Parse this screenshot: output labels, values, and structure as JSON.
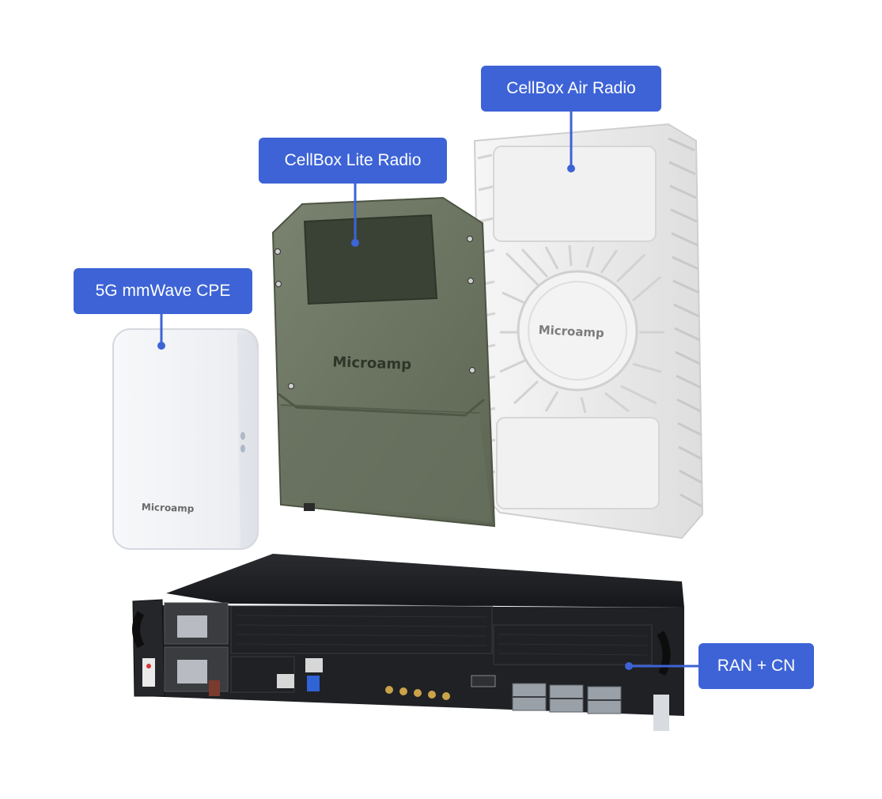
{
  "callouts": {
    "cellbox_air": "CellBox Air Radio",
    "cellbox_lite": "CellBox Lite Radio",
    "cpe": "5G mmWave CPE",
    "ran_cn": "RAN + CN"
  },
  "device_branding": {
    "lite": "Microamp",
    "air": "Microamp",
    "cpe": "Microamp"
  },
  "colors": {
    "callout_bg": "#3d63d6",
    "connector": "#3d63d6",
    "lite_body": "#6d7560",
    "air_body": "#ececec",
    "cpe_body": "#f3f4f7",
    "server_body": "#1d1f22"
  }
}
